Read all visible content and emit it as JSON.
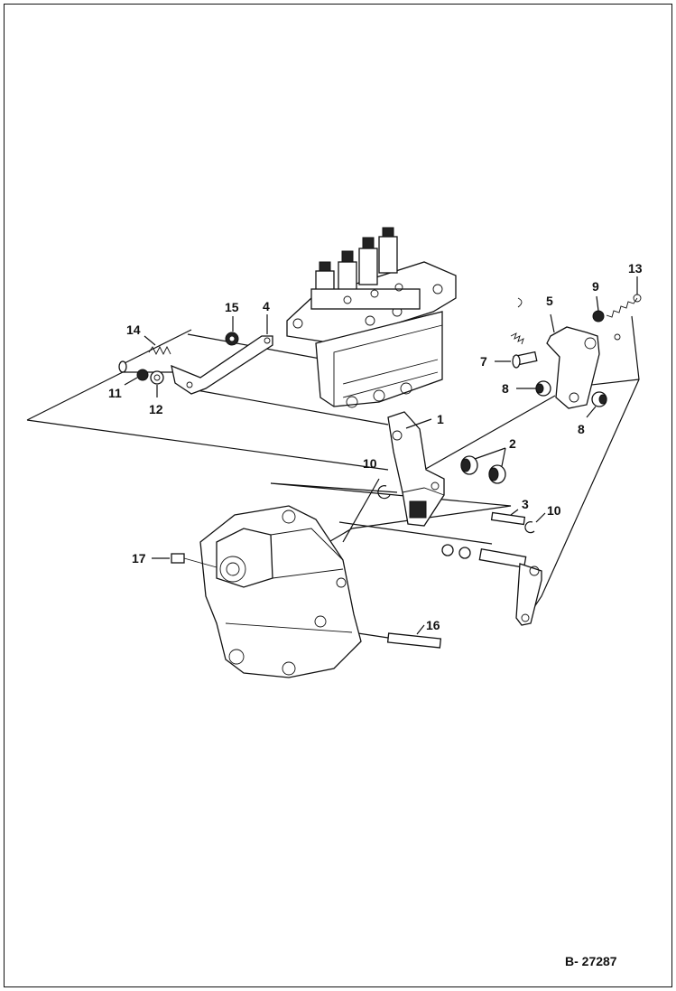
{
  "figure_id": "B- 27287",
  "callouts": {
    "c1": "1",
    "c2": "2",
    "c3": "3",
    "c4": "4",
    "c5": "5",
    "c7": "7",
    "c8a": "8",
    "c8b": "8",
    "c9": "9",
    "c10a": "10",
    "c10b": "10",
    "c11": "11",
    "c12": "12",
    "c13": "13",
    "c14": "14",
    "c15": "15",
    "c16": "16",
    "c17": "17"
  }
}
